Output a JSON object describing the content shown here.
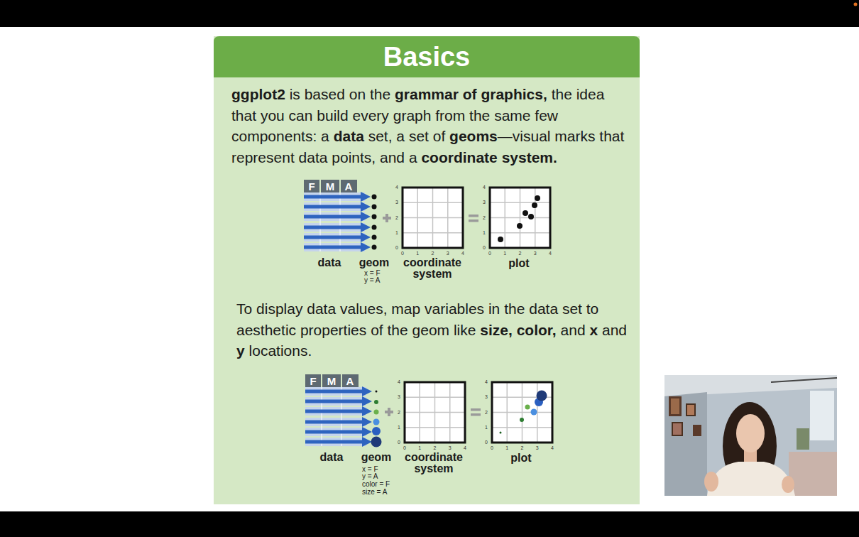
{
  "diagram": {
    "title": "Basics",
    "labels": [
      "ggplot2 is based on the grammar of graphics, the idea that you can build every graph from the same few components: a data set, a set of geoms—visual marks that represent data points, and a coordinate system.",
      "F",
      "M",
      "A",
      "4",
      "3",
      "2",
      "1",
      "0",
      "0",
      "1",
      "2",
      "3",
      "4",
      "4",
      "3",
      "2",
      "1",
      "0",
      "0",
      "1",
      "2",
      "3",
      "4",
      "data",
      "geom",
      "x = F",
      "y = A",
      "coordinate system",
      "plot",
      "To display data values, map variables in the data set to aesthetic properties of the geom like size, color, and x and y locations.",
      "F",
      "M",
      "A",
      "4",
      "3",
      "2",
      "1",
      "0",
      "0",
      "1",
      "2",
      "3",
      "4",
      "4",
      "3",
      "2",
      "1",
      "0",
      "0",
      "1",
      "2",
      "3",
      "4",
      "data",
      "geom",
      "x = F",
      "y = A",
      "color = F",
      "size = A",
      "coordinate system",
      "plot"
    ]
  }
}
